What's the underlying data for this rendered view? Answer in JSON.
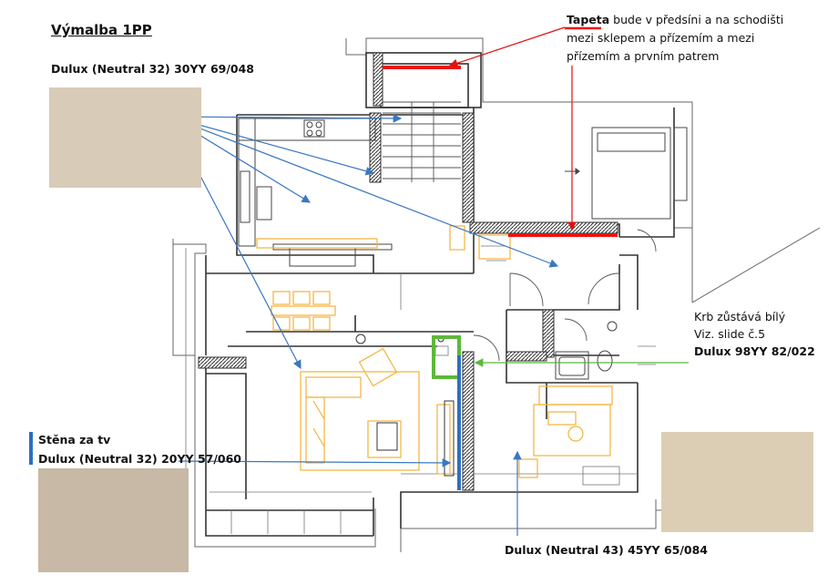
{
  "title": "Výmalba 1PP",
  "labels": {
    "hall_color": "Dulux (Neutral 32) 30YY 69/048",
    "wallpaper_keyword": "Tapeta",
    "wallpaper_line1_rest": " bude v předsíni a na schodišti",
    "wallpaper_line2": "mezi sklepem a přízemím a mezi",
    "wallpaper_line3": "přízemím a prvním patrem",
    "fireplace_line1": "Krb zůstává bílý",
    "fireplace_line2": "Viz. slide č.5",
    "fireplace_color": "Dulux 98YY 82/022",
    "tv_wall_title": "Stěna za tv",
    "tv_wall_color": "Dulux (Neutral 32) 20YY 57/060",
    "living_color": "Dulux (Neutral 43) 45YY 65/084"
  },
  "colors": {
    "swatch_hall": "#d8cbb8",
    "swatch_tv_wall": "#c8b8a6",
    "swatch_living": "#dccdb5",
    "arrow_blue": "#3a78c0",
    "arrow_red": "#e01010",
    "arrow_green": "#5cb83a",
    "wallpaper_red": "#ee1111",
    "furniture": "#f3b23a",
    "wall": "#333333"
  }
}
